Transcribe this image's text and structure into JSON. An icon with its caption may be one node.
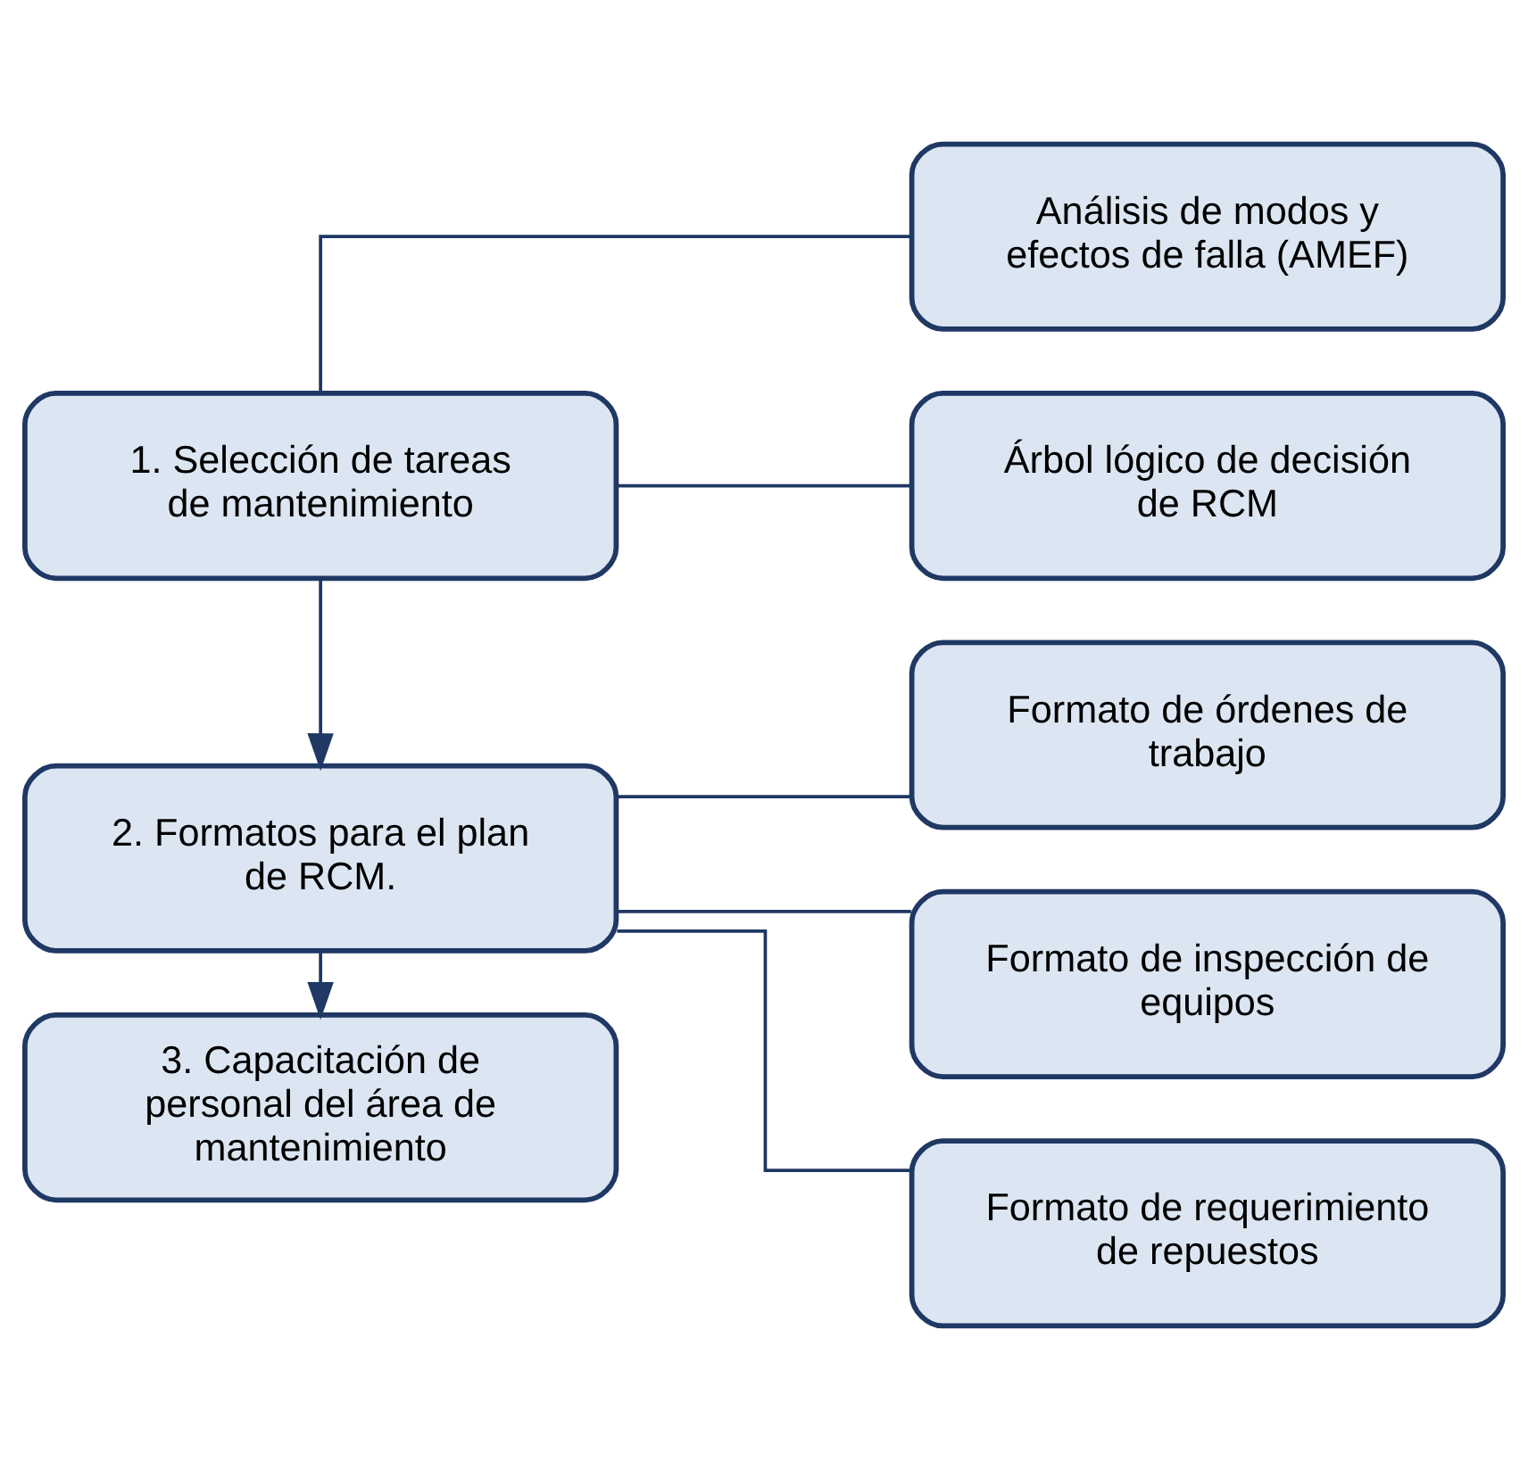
{
  "diagram": {
    "nodes": [
      {
        "text": [
          "1. Selección de tareas de mantenimiento"
        ]
      },
      {
        "text": [
          "Análisis de modos y efectos de falla (AMEF)"
        ]
      },
      {
        "text": [
          "Árbol lógico de decisión de RCM"
        ]
      },
      {
        "text": [
          "2. Formatos para el plan de RCM."
        ]
      },
      {
        "text": [
          "Formato de órdenes de trabajo"
        ]
      },
      {
        "text": [
          "Formato de inspección de equipos"
        ]
      },
      {
        "text": [
          "Formato de requerimiento de repuestos"
        ]
      },
      {
        "text": [
          "3. Capacitación de personal del área de mantenimiento"
        ]
      }
    ],
    "edges": [
      {
        "from": 0,
        "to": 1,
        "arrow": "none"
      },
      {
        "from": 0,
        "to": 2,
        "arrow": "none"
      },
      {
        "from": 0,
        "to": 3,
        "arrow": "to"
      },
      {
        "from": 3,
        "to": 4,
        "arrow": "none"
      },
      {
        "from": 3,
        "to": 5,
        "arrow": "none"
      },
      {
        "from": 3,
        "to": 6,
        "arrow": "none"
      },
      {
        "from": 3,
        "to": 7,
        "arrow": "to"
      }
    ]
  }
}
